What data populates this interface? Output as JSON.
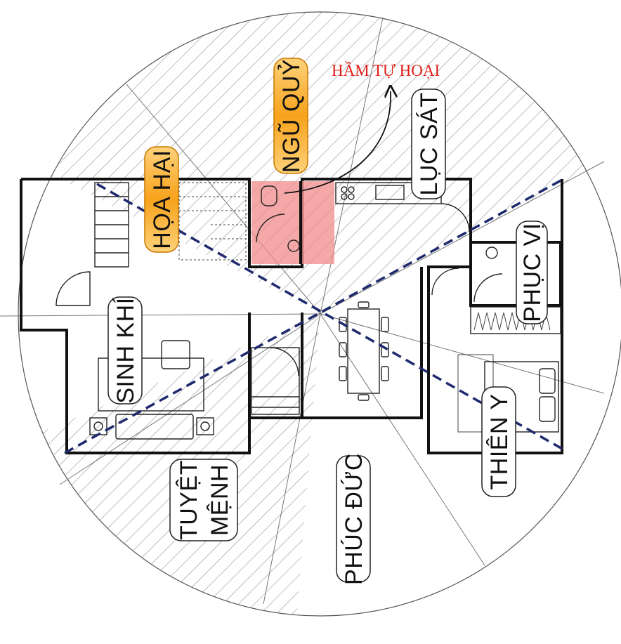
{
  "colors": {
    "hatch": "#8a8a8a",
    "dashed_axis": "#1f2a6e",
    "highlight_fill": "#f28b8b",
    "label_orange": "#f7a21b",
    "label_orange_light": "#ffd27a",
    "annotation_red": "#e0201b"
  },
  "annotation": {
    "text": "HẦM TỰ HOẠI"
  },
  "sectors": [
    {
      "id": "ngu-quy",
      "label": "NGŨ QUỶ",
      "style": "orange",
      "hatched": true
    },
    {
      "id": "luc-sat",
      "label": "LỤC SÁT",
      "style": "white",
      "hatched": true
    },
    {
      "id": "hoa-hai",
      "label": "HỌA HẠI",
      "style": "orange",
      "hatched": true
    },
    {
      "id": "phuc-vi",
      "label": "PHỤC VỊ",
      "style": "white",
      "hatched": false
    },
    {
      "id": "sinh-khi",
      "label": "SINH KHÍ",
      "style": "white",
      "hatched": false
    },
    {
      "id": "thien-y",
      "label": "THIÊN Y",
      "style": "white",
      "hatched": false
    },
    {
      "id": "tuyet-menh-1",
      "label": "TUYỆT",
      "style": "white",
      "hatched": true
    },
    {
      "id": "tuyet-menh-2",
      "label": "MỆNH",
      "style": "white",
      "hatched": true
    },
    {
      "id": "phuc-duc",
      "label": "PHÚC ĐỨC",
      "style": "white",
      "hatched": false
    }
  ]
}
